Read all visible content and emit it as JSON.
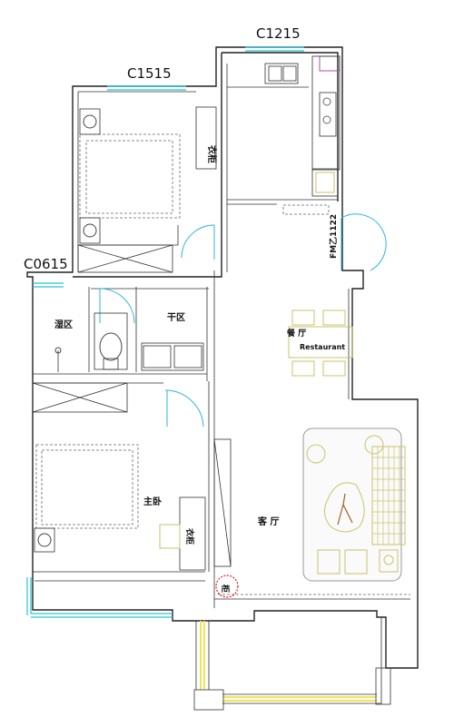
{
  "windows": {
    "c1215": "C1215",
    "c1515": "C1515",
    "c0615": "C0615"
  },
  "rooms": {
    "wet_area": "湿区",
    "dry_area": "干区",
    "dining": "餐 厅",
    "dining_en": "Restaurant",
    "master_bedroom": "主卧",
    "living_room": "客 厅"
  },
  "labels": {
    "wardrobe_top": "衣柜",
    "wardrobe_master": "衣柜",
    "fire_door": "FM乙1122",
    "cabinet_circle": "柜"
  },
  "colors": {
    "window": "#29c3d6",
    "door": "#2ab7d8",
    "furniture": "#c9c36a",
    "balcony": "#f2e45a",
    "kitchen_accent": "#a54fb0",
    "circle_mark": "#d22"
  }
}
